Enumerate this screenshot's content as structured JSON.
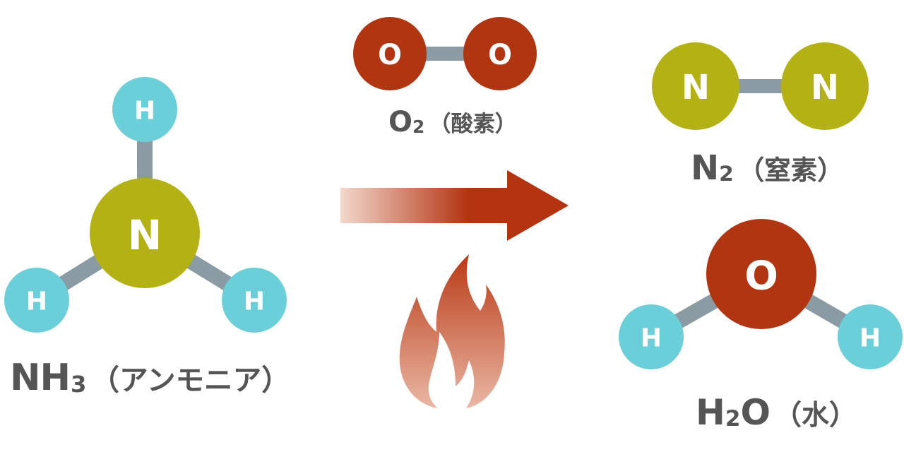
{
  "colors": {
    "hydrogen": "#6acfd9",
    "nitrogen": "#b4b114",
    "oxygen": "#b23512",
    "bond": "#8a9ba4",
    "text": "#555555",
    "arrow_end": "#b43412",
    "arrow_start": "#f3d8cd"
  },
  "ammonia": {
    "center_label": "N",
    "h_labels": [
      "H",
      "H",
      "H"
    ],
    "formula_main": "NH",
    "formula_sub": "3",
    "name": "（アンモニア）"
  },
  "oxygen_molecule": {
    "atom_labels": [
      "O",
      "O"
    ],
    "formula_main": "O",
    "formula_sub": "2",
    "name": "（酸素）"
  },
  "nitrogen_molecule": {
    "atom_labels": [
      "N",
      "N"
    ],
    "formula_main": "N",
    "formula_sub": "2",
    "name": "（窒素）"
  },
  "water": {
    "center_label": "O",
    "h_labels": [
      "H",
      "H"
    ],
    "formula_h": "H",
    "formula_sub": "2",
    "formula_o": "O",
    "name": "（水）"
  },
  "icons": {
    "reaction_arrow": "arrow-right-icon",
    "flame": "flame-icon"
  }
}
